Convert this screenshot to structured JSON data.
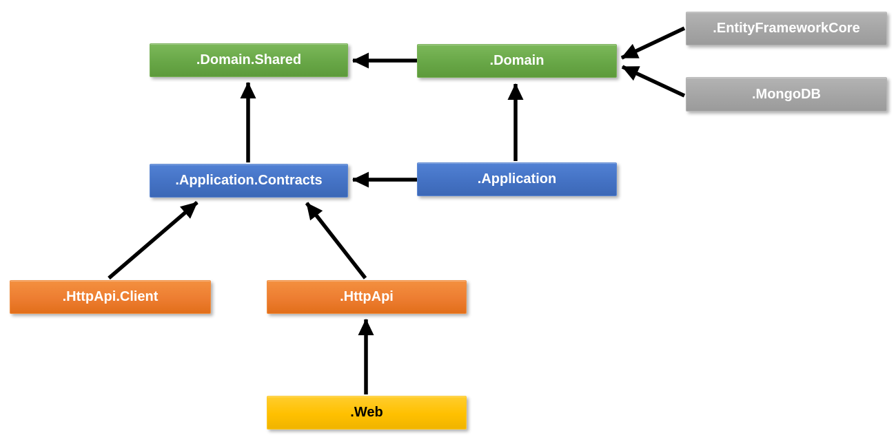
{
  "diagram_type": "module-dependency-diagram",
  "nodes": [
    {
      "label": ".Domain.Shared",
      "color": "green"
    },
    {
      "label": ".Domain",
      "color": "green"
    },
    {
      "label": ".EntityFrameworkCore",
      "color": "gray"
    },
    {
      "label": ".MongoDB",
      "color": "gray"
    },
    {
      "label": ".Application.Contracts",
      "color": "blue"
    },
    {
      "label": ".Application",
      "color": "blue"
    },
    {
      "label": ".HttpApi.Client",
      "color": "orange"
    },
    {
      "label": ".HttpApi",
      "color": "orange"
    },
    {
      "label": ".Web",
      "color": "yellow"
    }
  ],
  "edges": [
    {
      "from": ".Domain",
      "to": ".Domain.Shared"
    },
    {
      "from": ".Application.Contracts",
      "to": ".Domain.Shared"
    },
    {
      "from": ".Application",
      "to": ".Domain"
    },
    {
      "from": ".Application",
      "to": ".Application.Contracts"
    },
    {
      "from": ".HttpApi.Client",
      "to": ".Application.Contracts"
    },
    {
      "from": ".HttpApi",
      "to": ".Application.Contracts"
    },
    {
      "from": ".Web",
      "to": ".HttpApi"
    },
    {
      "from": ".EntityFrameworkCore",
      "to": ".Domain"
    },
    {
      "from": ".MongoDB",
      "to": ".Domain"
    }
  ],
  "colors": {
    "green": "#6aa747",
    "blue": "#4472c4",
    "orange": "#ed7d31",
    "gray": "#a5a5a5",
    "yellow": "#ffc000",
    "arrow": "#000000",
    "background": "#ffffff",
    "text_light": "#ffffff",
    "text_dark": "#000000"
  }
}
